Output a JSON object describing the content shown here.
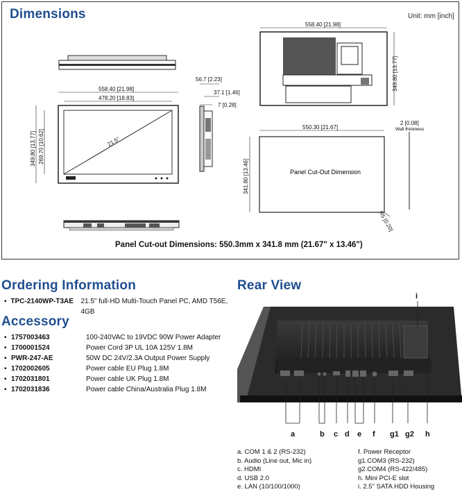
{
  "dimensions": {
    "title": "Dimensions",
    "unit": "Unit: mm [inch]",
    "front": {
      "width_outer": "558.40 [21.98]",
      "width_inner": "478.20 [18.83]",
      "height_outer": "349.80 [13.77]",
      "height_inner": "269.70 [10.62]",
      "diagonal": "21.5\""
    },
    "side": {
      "depth_total": "56.7 [2.23]",
      "depth_body": "37.1 [1.46]",
      "bezel": "7 [0.28]"
    },
    "back": {
      "width": "558.40 [21.98]",
      "height": "349.80 [13.77]"
    },
    "cutout": {
      "width": "550.30 [21.67]",
      "height": "341.80 [13.46]",
      "label": "Panel Cut-Out Dimension",
      "radius": "R5 [0.20]",
      "wall": "2 [0.08]",
      "wall_label": "Wall thickness"
    },
    "caption": "Panel Cut-out Dimensions: 550.3mm x 341.8 mm (21.67\" x 13.46\")"
  },
  "ordering": {
    "title": "Ordering Information",
    "items": [
      {
        "code": "TPC-2140WP-T3AE",
        "desc": "21.5\" full-HD Multi-Touch Panel PC, AMD T56E, 4GB"
      }
    ]
  },
  "accessory": {
    "title": "Accessory",
    "items": [
      {
        "code": "1757003463",
        "desc": "100-240VAC to 19VDC 90W Power Adapter"
      },
      {
        "code": "1700001524",
        "desc": "Power Cord 3P UL 10A 125V 1.8M"
      },
      {
        "code": "PWR-247-AE",
        "desc": "50W DC 24V/2.3A Output Power Supply"
      },
      {
        "code": "1702002605",
        "desc": "Power cable EU Plug 1.8M"
      },
      {
        "code": "1702031801",
        "desc": "Power cable UK Plug 1.8M"
      },
      {
        "code": "1702031836",
        "desc": "Power cable China/Australia Plug 1.8M"
      }
    ]
  },
  "rear": {
    "title": "Rear View",
    "top_label": "i",
    "labels": [
      "a",
      "b",
      "c",
      "d",
      "e",
      "f",
      "g1",
      "g2",
      "h"
    ],
    "legend_left": [
      "a. COM 1 & 2 (RS-232)",
      "b. Audio (Line out, Mic in)",
      "c. HDMI",
      "d. USB 2.0",
      "e. LAN (10/100/1000)"
    ],
    "legend_right": [
      "f.  Power Receptor",
      "g1.COM3 (RS-232)",
      "g2.COM4 (RS-422/485)",
      "h. Mini PCI-E slot",
      "i.  2.5\" SATA HDD Housing"
    ]
  }
}
